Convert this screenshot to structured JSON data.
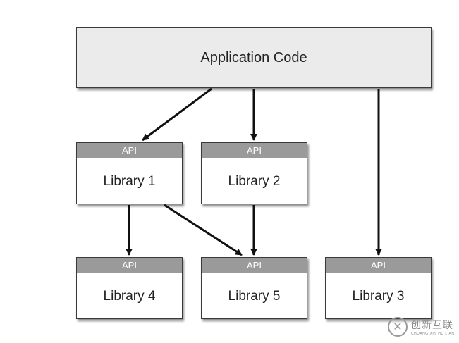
{
  "diagram": {
    "application": {
      "label": "Application Code"
    },
    "libraries": [
      {
        "api": "API",
        "label": "Library 1"
      },
      {
        "api": "API",
        "label": "Library 2"
      },
      {
        "api": "API",
        "label": "Library 4"
      },
      {
        "api": "API",
        "label": "Library 5"
      },
      {
        "api": "API",
        "label": "Library 3"
      }
    ],
    "edges": [
      {
        "from": "Application Code",
        "to": "Library 1"
      },
      {
        "from": "Application Code",
        "to": "Library 2"
      },
      {
        "from": "Application Code",
        "to": "Library 3"
      },
      {
        "from": "Library 1",
        "to": "Library 4"
      },
      {
        "from": "Library 1",
        "to": "Library 5"
      },
      {
        "from": "Library 2",
        "to": "Library 5"
      }
    ]
  },
  "watermark": {
    "text": "创新互联",
    "subtext": "CHUANG XIN HU LIAN",
    "icon": "logo-mark"
  },
  "colors": {
    "api_band": "#9a9a9a",
    "app_fill": "#ebebeb",
    "border": "#3a3a3a"
  }
}
